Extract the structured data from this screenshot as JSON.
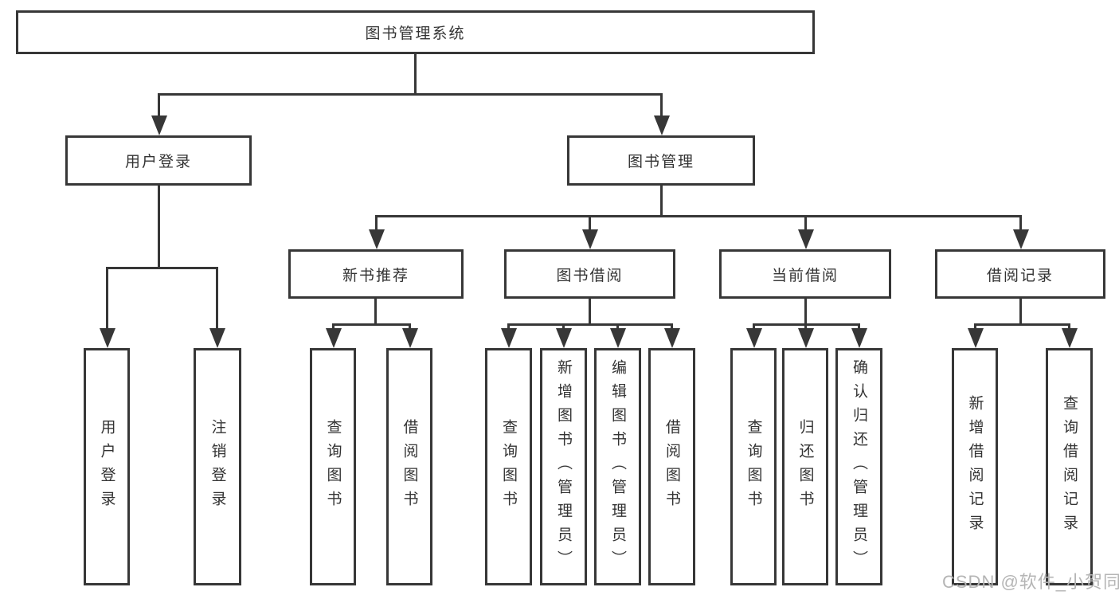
{
  "tree": {
    "label": "图书管理系统",
    "children": [
      {
        "label": "用户登录",
        "children": [
          {
            "label": "用户登录"
          },
          {
            "label": "注销登录"
          }
        ]
      },
      {
        "label": "图书管理",
        "children": [
          {
            "label": "新书推荐",
            "children": [
              {
                "label": "查询图书"
              },
              {
                "label": "借阅图书"
              }
            ]
          },
          {
            "label": "图书借阅",
            "children": [
              {
                "label": "查询图书"
              },
              {
                "label": "新增图书（管理员）"
              },
              {
                "label": "编辑图书（管理员）"
              },
              {
                "label": "借阅图书"
              }
            ]
          },
          {
            "label": "当前借阅",
            "children": [
              {
                "label": "查询图书"
              },
              {
                "label": "归还图书"
              },
              {
                "label": "确认归还（管理员）"
              }
            ]
          },
          {
            "label": "借阅记录",
            "children": [
              {
                "label": "新增借阅记录"
              },
              {
                "label": "查询借阅记录"
              }
            ]
          }
        ]
      }
    ]
  },
  "watermark": "CSDN @软件_小贺同学",
  "colors": {
    "line": "#373737",
    "text": "#333333",
    "background": "#ffffff",
    "watermark": "#b5b5b5"
  }
}
